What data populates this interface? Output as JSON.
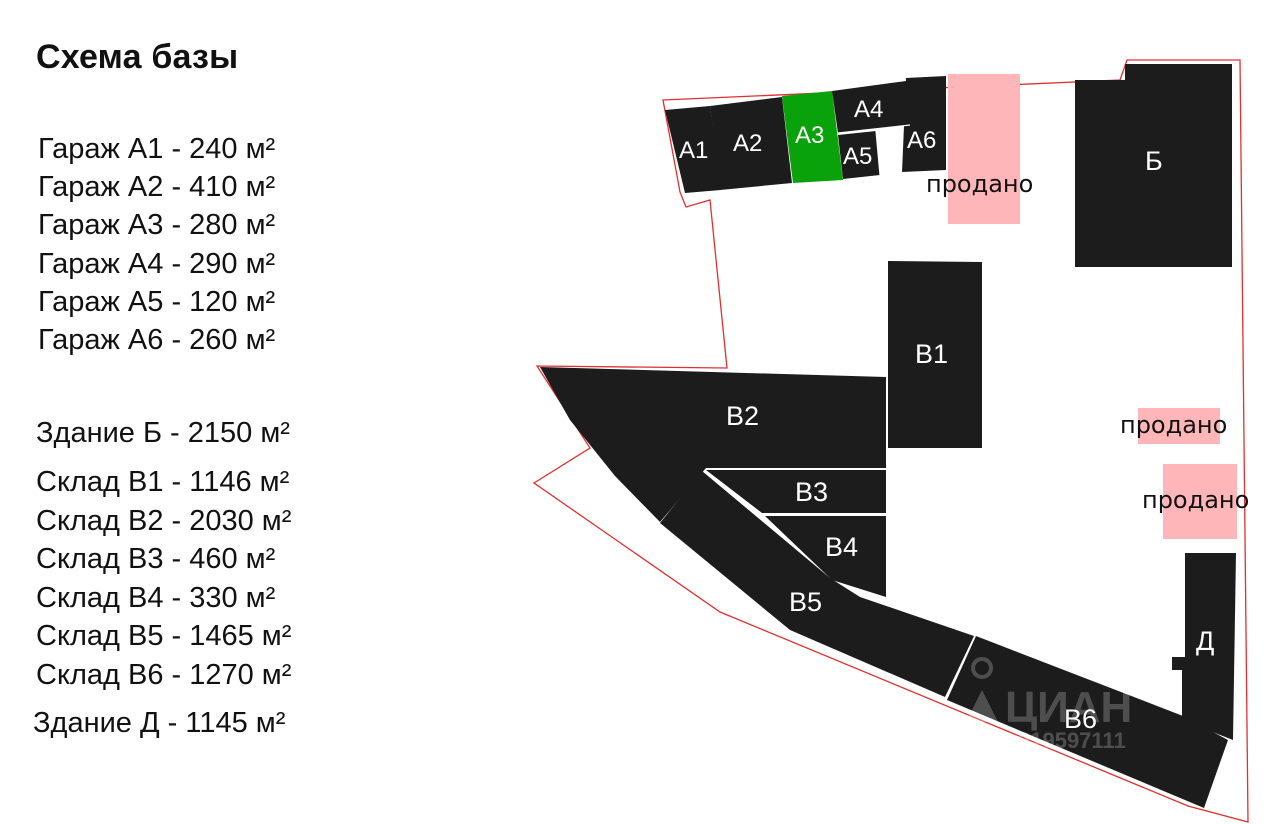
{
  "title": "Схема базы",
  "legend": {
    "garages": [
      "Гараж А1 - 240 м²",
      "Гараж А2 - 410 м²",
      "Гараж А3 - 280 м²",
      "Гараж А4 - 290 м²",
      "Гараж А5 - 120 м²",
      "Гараж А6 - 260 м²"
    ],
    "building_b": "Здание Б - 2150 м²",
    "warehouses": [
      "Склад В1 - 1146 м²",
      "Склад В2 - 2030 м²",
      "Склад В3 - 460 м²",
      "Склад В4 - 330 м²",
      "Склад В5 - 1465 м²",
      "Склад В6 - 1270 м²"
    ],
    "building_d": "Здание Д - 1145 м²"
  },
  "map": {
    "labels": {
      "a1": "А1",
      "a2": "А2",
      "a3": "А3",
      "a4": "А4",
      "a5": "А5",
      "a6": "А6",
      "b": "Б",
      "v1": "В1",
      "v2": "В2",
      "v3": "В3",
      "v4": "В4",
      "v5": "В5",
      "v6": "В6",
      "d": "Д"
    },
    "sold_label": "продано",
    "highlighted": "А3",
    "colors": {
      "building": "#1c1c1c",
      "highlight": "#0aa20a",
      "sold": "#ffb6b8",
      "boundary": "#e03030"
    }
  },
  "watermark": {
    "brand": "ЦИАН",
    "id": "219597111"
  }
}
